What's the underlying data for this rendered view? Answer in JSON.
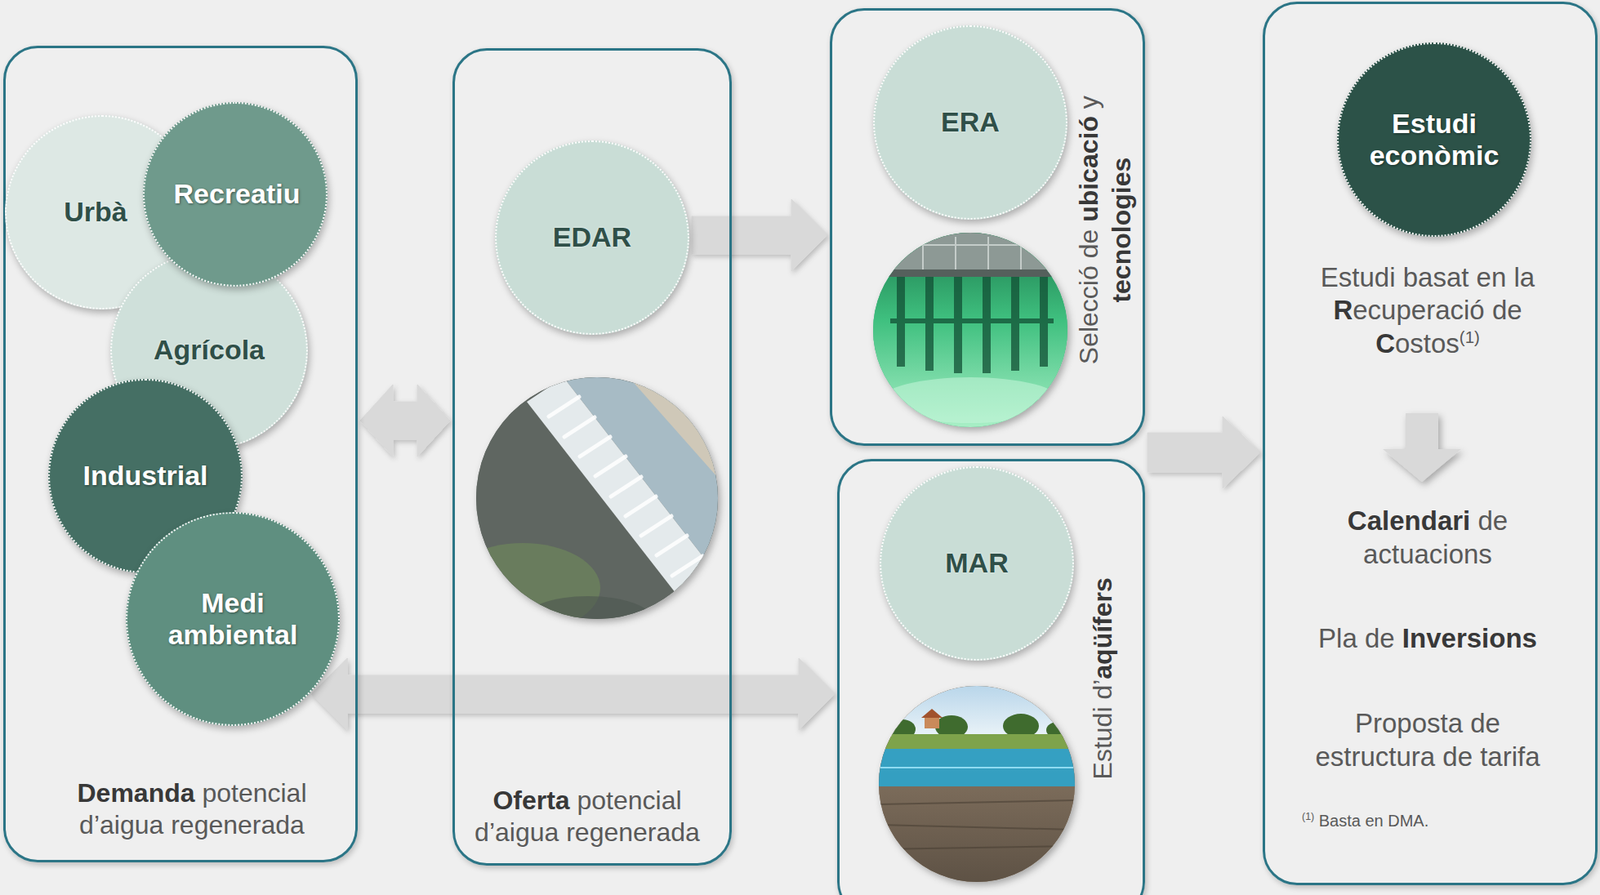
{
  "diagram": {
    "nodes": [
      {
        "text": [
          "Demanda potencial d’aigua regenerada"
        ]
      },
      {
        "text": [
          "Urbà"
        ],
        "in": 0
      },
      {
        "text": [
          "Recreatiu"
        ],
        "in": 0
      },
      {
        "text": [
          "Agrícola"
        ],
        "in": 0
      },
      {
        "text": [
          "Industrial"
        ],
        "in": 0
      },
      {
        "text": [
          "Medi ambiental"
        ],
        "in": 0
      },
      {
        "text": [
          "Oferta potencial d’aigua regenerada"
        ]
      },
      {
        "text": [
          "EDAR"
        ],
        "in": 6
      },
      {
        "text": [
          "Selecció de ubicació y tecnologies"
        ]
      },
      {
        "text": [
          "ERA"
        ],
        "in": 8
      },
      {
        "text": [
          "Estudi d’aqüífers"
        ]
      },
      {
        "text": [
          "MAR"
        ],
        "in": 10
      },
      {
        "text": [
          "Estudi basat en la Recuperació de Costos(1)",
          "Calendari de actuacions",
          "Pla de Inversions",
          "Proposta de estructura de tarifa"
        ]
      },
      {
        "text": [
          "Estudi econòmic"
        ],
        "in": 12
      }
    ],
    "edges": [
      {
        "from": 7,
        "to": 8,
        "arrow": "to"
      },
      {
        "from": 0,
        "to": 6,
        "arrow": "both"
      },
      {
        "from": 5,
        "to": 10,
        "arrow": "both"
      },
      {
        "from": 8,
        "to": 12,
        "arrow": "to"
      },
      {
        "from": 10,
        "to": 12,
        "arrow": "to"
      }
    ],
    "labels": [
      "(1) Basta en DMA."
    ]
  }
}
